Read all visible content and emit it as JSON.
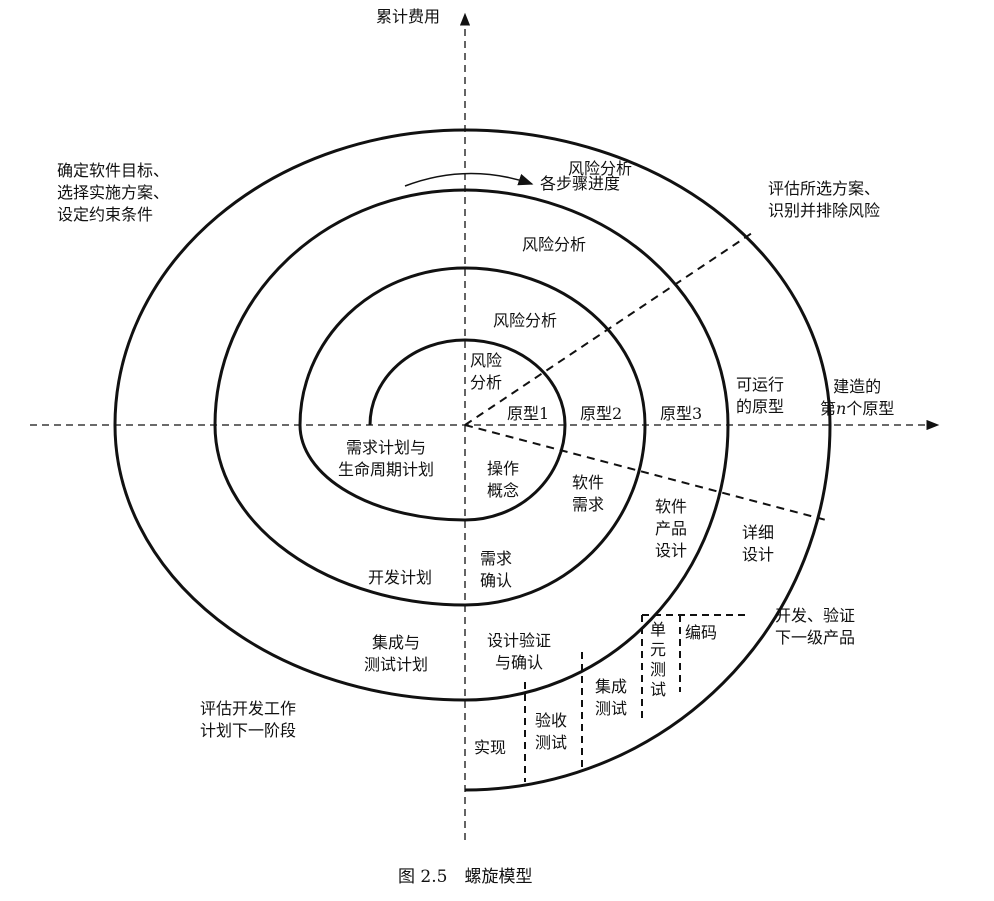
{
  "axes": {
    "y_label": "累计费用",
    "progress_label": "各步骤进度",
    "x_label_line1": "建造的",
    "x_label_line2_pre": "第",
    "x_label_line2_n": "n",
    "x_label_line2_post": "个原型"
  },
  "quadrants": {
    "top_left": [
      "确定软件目标、",
      "选择实施方案、",
      "设定约束条件"
    ],
    "top_right": [
      "评估所选方案、",
      "识别并排除风险"
    ],
    "bottom_right": [
      "开发、验证",
      "下一级产品"
    ],
    "bottom_left": [
      "评估开发工作",
      "计划下一阶段"
    ]
  },
  "risk_analysis": [
    "风险分析",
    "风险分析",
    "风险分析",
    "风险",
    "分析"
  ],
  "prototypes": [
    "原型1",
    "原型2",
    "原型3",
    "可运行",
    "的原型"
  ],
  "planning": {
    "req_plan": [
      "需求计划与",
      "生命周期计划"
    ],
    "dev_plan": "开发计划",
    "integration_plan": [
      "集成与",
      "测试计划"
    ]
  },
  "development": {
    "op_concept": [
      "操作",
      "概念"
    ],
    "sw_req": [
      "软件",
      "需求"
    ],
    "sw_product_design": [
      "软件",
      "产品",
      "设计"
    ],
    "detailed_design": [
      "详细",
      "设计"
    ],
    "req_confirm": [
      "需求",
      "确认"
    ],
    "design_verify": [
      "设计验证",
      "与确认"
    ],
    "coding": "编码",
    "unit_test": [
      "单",
      "元",
      "测",
      "试"
    ],
    "integration_test": [
      "集成",
      "测试"
    ],
    "acceptance_test": [
      "验收",
      "测试"
    ],
    "implementation": "实现"
  },
  "caption": "图 2.5　螺旋模型"
}
